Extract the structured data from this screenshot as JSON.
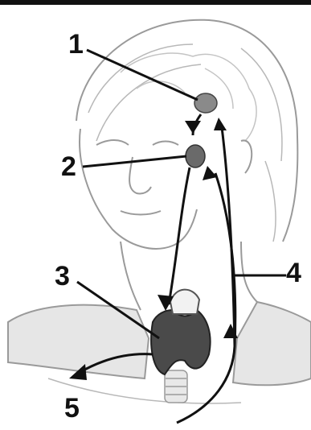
{
  "labels": {
    "l1": "1",
    "l2": "2",
    "l3": "3",
    "l4": "4",
    "l5": "5"
  },
  "colors": {
    "ink": "#111111",
    "sketch": "#9a9a9a",
    "skin_shade": "#e6e6e6",
    "gland": "#4a4a4a"
  }
}
